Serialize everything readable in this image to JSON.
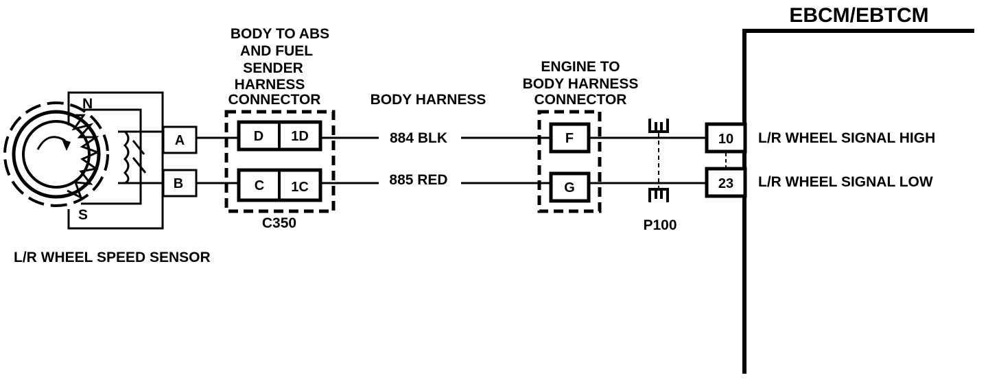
{
  "module": {
    "title": "EBCM/EBTCM",
    "pin_high": "10",
    "pin_low": "23",
    "signal_high": "L/R WHEEL SIGNAL HIGH",
    "signal_low": "L/R WHEEL SIGNAL LOW"
  },
  "sensor": {
    "name": "L/R WHEEL SPEED SENSOR",
    "pole_n": "N",
    "pole_s": "S",
    "terminal_a": "A",
    "terminal_b": "B"
  },
  "connector_c350": {
    "title_lines": [
      "BODY TO ABS",
      "AND FUEL",
      "SENDER",
      "HARNESS",
      "CONNECTOR"
    ],
    "pins_top": [
      "D",
      "1D"
    ],
    "pins_bottom": [
      "C",
      "1C"
    ],
    "id": "C350"
  },
  "body_harness": {
    "label": "BODY HARNESS",
    "wire_top": "884 BLK",
    "wire_bottom": "885 RED"
  },
  "engine_body_connector": {
    "title_lines": [
      "ENGINE TO",
      "BODY HARNESS",
      "CONNECTOR"
    ],
    "pin_top": "F",
    "pin_bottom": "G"
  },
  "splice": {
    "id": "P100"
  }
}
